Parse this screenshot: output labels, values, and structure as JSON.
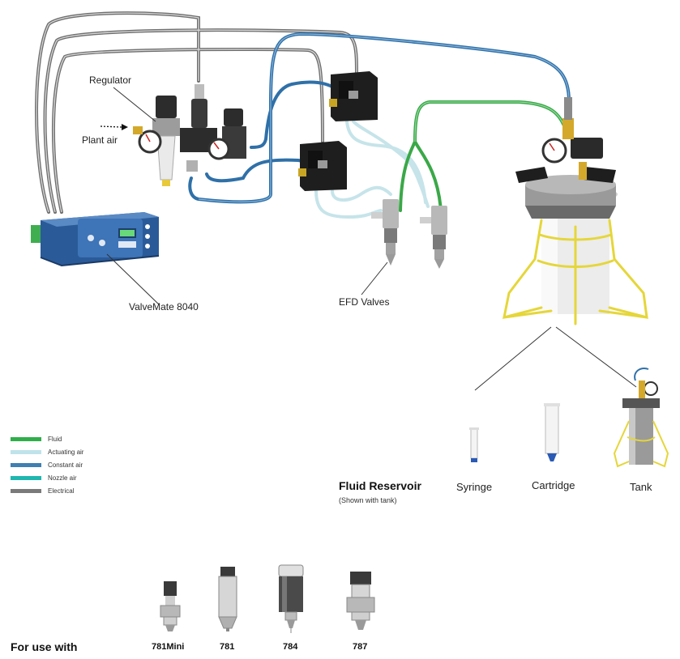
{
  "labels": {
    "regulator": "Regulator",
    "plant_air": "Plant air",
    "valvemate": "ValveMate 8040",
    "efd_valves": "EFD Valves"
  },
  "legend": [
    {
      "label": "Fluid",
      "color": "#2fae4a"
    },
    {
      "label": "Actuating air",
      "color": "#bfe3ea"
    },
    {
      "label": "Constant air",
      "color": "#3f7fb2"
    },
    {
      "label": "Nozzle air",
      "color": "#1fb7b0"
    },
    {
      "label": "Electrical",
      "color": "#7a7a7a"
    }
  ],
  "reservoir": {
    "title": "Fluid Reservoir",
    "subtitle": "(Shown with tank)",
    "options": [
      "Syringe",
      "Cartridge",
      "Tank"
    ]
  },
  "for_use_with": {
    "label": "For use with",
    "models": [
      "781Mini",
      "781",
      "784",
      "787"
    ]
  },
  "colors": {
    "fluid_line": "#3aa848",
    "constant_air_line": "#2f70a8",
    "actuating_air_line": "#c6e4ea",
    "electrical_line": "#707070",
    "tank_frame": "#e5d63a",
    "controller_body": "#2e5f9e"
  }
}
